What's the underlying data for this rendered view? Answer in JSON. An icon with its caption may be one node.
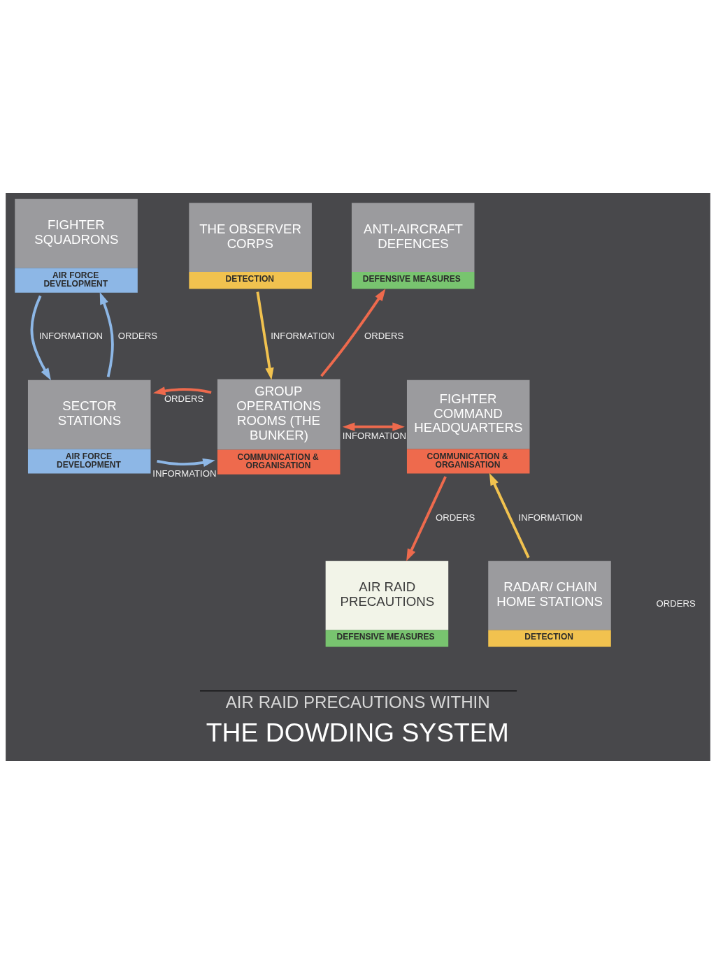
{
  "diagram": {
    "title": "AIR RAID PRECAUTIONS WITHIN THE DOWDING SYSTEM",
    "nodes": [
      {
        "text": [
          "FIGHTER SQUADRONS",
          "AIR FORCE DEVELOPMENT"
        ]
      },
      {
        "text": [
          "ANTI-AIRCRAFT DEFENCES",
          "DEFENSIVE MEASURES"
        ]
      },
      {
        "text": [
          "THE OBSERVER CORPS",
          "DETECTION"
        ]
      },
      {
        "text": [
          "SECTOR STATIONS",
          "AIR FORCE DEVELOPMENT"
        ]
      },
      {
        "text": [
          "GROUP OPERATIONS ROOMS (THE BUNKER)",
          "COMMUNICATION & ORGANISATION"
        ]
      },
      {
        "text": [
          "FIGHTER COMMAND HEADQUARTERS",
          "COMMUNICATION & ORGANISATION"
        ]
      },
      {
        "text": [
          "AIR RAID PRECAUTIONS",
          "DEFENSIVE MEASURES"
        ]
      },
      {
        "text": [
          "RADAR/ CHAIN HOME STATIONS",
          "DETECTION"
        ]
      }
    ],
    "edges": [
      {
        "from": 0,
        "to": 3,
        "arrow": "to",
        "label": "INFORMATION",
        "color": "#8db7e6"
      },
      {
        "from": 2,
        "to": 4,
        "arrow": "to",
        "label": "INFORMATION",
        "color": "#f1c24f"
      },
      {
        "from": 3,
        "to": 0,
        "arrow": "to",
        "label": "ORDERS",
        "color": "#8db7e6"
      },
      {
        "from": 3,
        "to": 4,
        "arrow": "to",
        "label": "INFORMATION",
        "color": "#8db7e6"
      },
      {
        "from": 4,
        "to": 1,
        "arrow": "to",
        "label": "ORDERS"
      },
      {
        "from": 4,
        "to": 3,
        "arrow": "to",
        "label": "ORDERS"
      },
      {
        "from": 4,
        "to": 5,
        "arrow": "both",
        "label": "INFORMATION"
      },
      {
        "from": 5,
        "to": 6,
        "arrow": "to",
        "label": "ORDERS"
      },
      {
        "from": 7,
        "to": 5,
        "arrow": "to",
        "label": "INFORMATION",
        "color": "#f1c24f"
      }
    ],
    "labels": [
      "ORDERS"
    ]
  }
}
